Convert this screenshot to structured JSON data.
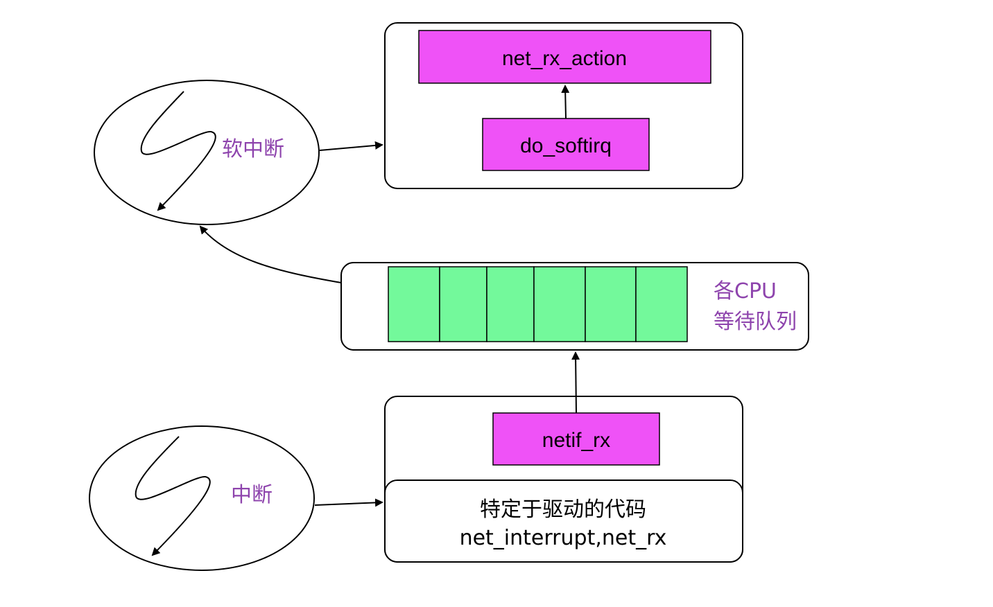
{
  "colors": {
    "function_box_fill": "#EF52F7",
    "queue_slot_fill": "#73F99B",
    "annotation_text": "#8E44AD",
    "stroke": "#000000",
    "background": "#FFFFFF"
  },
  "softirq_group": {
    "ellipse_label": "软中断",
    "ellipse_icon": "lightning-squiggle-icon",
    "net_rx_action": "net_rx_action",
    "do_softirq": "do_softirq"
  },
  "queue_group": {
    "label_line1": "各CPU",
    "label_line2": "等待队列",
    "slot_count": 6
  },
  "interrupt_group": {
    "ellipse_label": "中断",
    "ellipse_icon": "lightning-squiggle-icon",
    "netif_rx": "netif_rx",
    "driver_line1": "特定于驱动的代码",
    "driver_line2": "net_interrupt,net_rx"
  }
}
